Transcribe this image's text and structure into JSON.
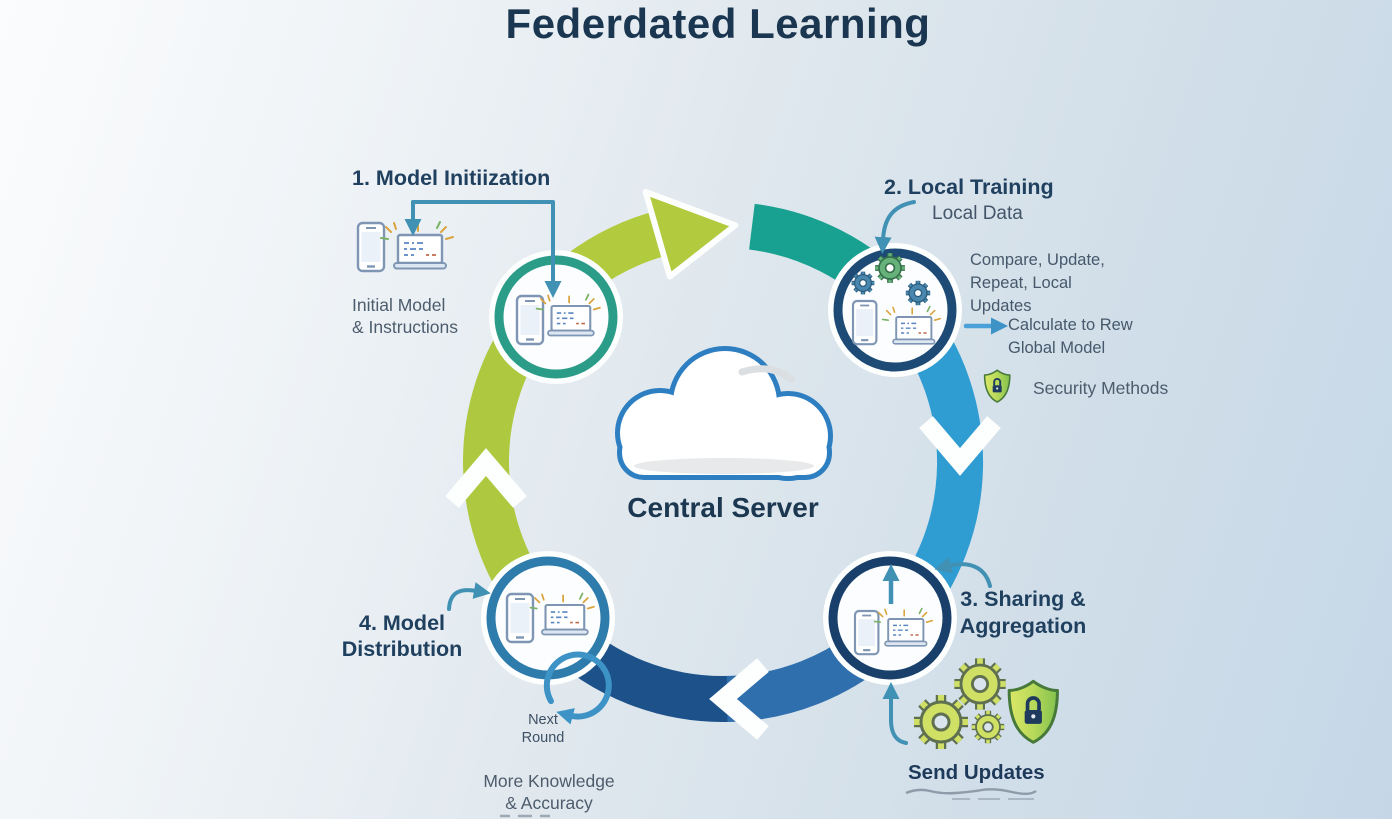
{
  "title": "Federdated Learning",
  "central_server": {
    "label": "Central Server",
    "icon": "cloud-icon"
  },
  "steps": {
    "step1": {
      "title": "1. Model Initiization",
      "caption": "Initial Model\n& Instructions",
      "icons": [
        "smartphone-icon",
        "laptop-icon",
        "down-arrow-icon"
      ]
    },
    "step2": {
      "title": "2. Local Training",
      "input_label": "Local Data",
      "process_note": "Compare, Update,\nRepeat, Local\nUpdates",
      "output_note": "Calculate to Rew\nGlobal Model",
      "security_label": "Security Methods",
      "icons": [
        "gears-icon",
        "smartphone-icon",
        "laptop-icon",
        "shield-lock-icon",
        "right-arrow-icon"
      ]
    },
    "step3": {
      "title": "3. Sharing &\nAggregation",
      "caption": "Send Updates",
      "icons": [
        "smartphone-icon",
        "laptop-icon",
        "up-arrow-icon",
        "gears-icon",
        "shield-lock-icon"
      ]
    },
    "step4": {
      "title": "4. Model\nDistribution",
      "loop_label": "Next\nRound",
      "caption": "More Knowledge\n& Accuracy",
      "icons": [
        "smartphone-icon",
        "laptop-icon",
        "cycle-arrow-icon"
      ]
    }
  },
  "colors": {
    "title_text": "#1b3650",
    "arc_green": "#b2ca3e",
    "arc_teal": "#18a190",
    "arc_light_blue": "#2f9cd2",
    "arc_mid_blue": "#2f6fad",
    "arc_dark_blue": "#1c5189",
    "ring_node1": "#2a9c87",
    "ring_node2": "#1d4b75",
    "ring_node3": "#18406b",
    "ring_node4": "#2e7cab",
    "cloud_outline": "#2e7fc2",
    "connector_teal": "#4191b4",
    "connector_blue": "#3e93c6",
    "gear_yellow_green": "#cfe065",
    "shield_green": "#82c24e",
    "device_stroke": "#7e96b4"
  }
}
